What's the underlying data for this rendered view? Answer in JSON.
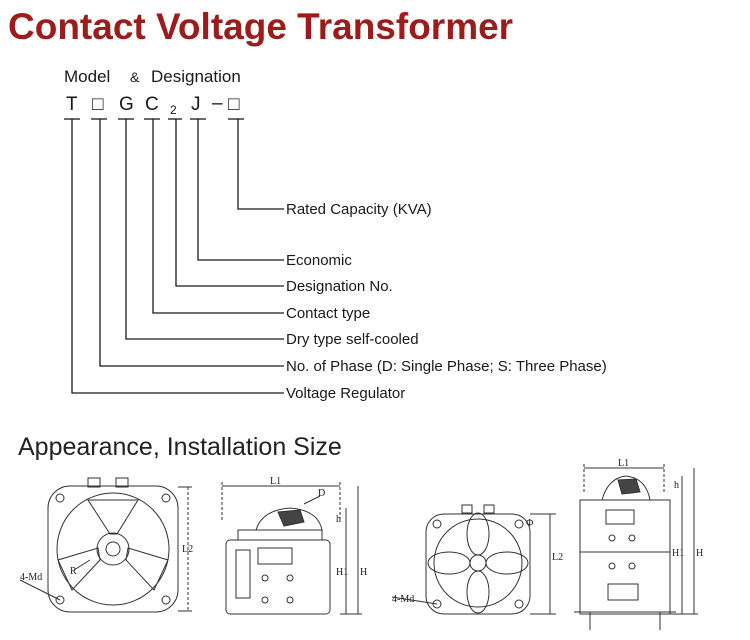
{
  "title": "Contact Voltage Transformer",
  "model_heading": {
    "word1": "Model",
    "amp": "&",
    "word2": "Designation"
  },
  "code": {
    "c1": "T",
    "c2": "□",
    "c3": "G",
    "c4": "C",
    "c5": "2",
    "c6": "J",
    "c7": "–",
    "c8": "□"
  },
  "legend": [
    "Rated Capacity (KVA)",
    "Economic",
    "Designation No.",
    "Contact type",
    "Dry type self-cooled",
    "No. of Phase (D: Single Phase; S: Three Phase)",
    "Voltage Regulator"
  ],
  "appearance_heading": "Appearance, Installation Size",
  "drawing_labels": {
    "l2": "L2",
    "l1": "L1",
    "d": "D",
    "h": "h",
    "h1": "H1",
    "hh": "H",
    "r": "R",
    "md": "4-Md",
    "phi": "Φ"
  },
  "colors": {
    "title": "#9c1b1b",
    "ink": "#1a1a1a"
  }
}
